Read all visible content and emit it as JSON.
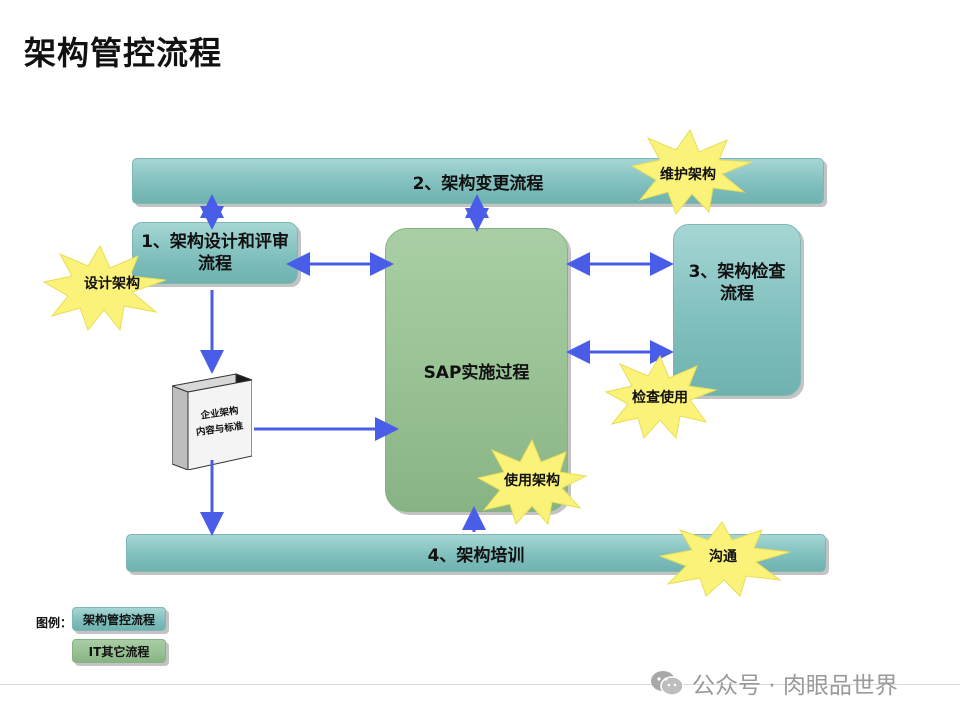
{
  "title": "架构管控流程",
  "boxes": {
    "change": "2、架构变更流程",
    "design_line1": "1、架构设计和评审",
    "design_line2": "流程",
    "check_line1": "3、架构检查",
    "check_line2": "流程",
    "sap": "SAP实施过程",
    "training": "4、架构培训",
    "book_line1": "企业架构",
    "book_line2": "内容与标准"
  },
  "bursts": {
    "maintain": "维护架构",
    "design": "设计架构",
    "check_use": "检查使用",
    "use": "使用架构",
    "communicate": "沟通"
  },
  "legend": {
    "label": "图例：",
    "teal": "架构管控流程",
    "green": "IT其它流程"
  },
  "watermark": "公众号 · 肉眼品世界",
  "colors": {
    "teal": "#80c0be",
    "green": "#96c092",
    "arrow": "#4a5de8",
    "burst": "#fbf27a"
  }
}
